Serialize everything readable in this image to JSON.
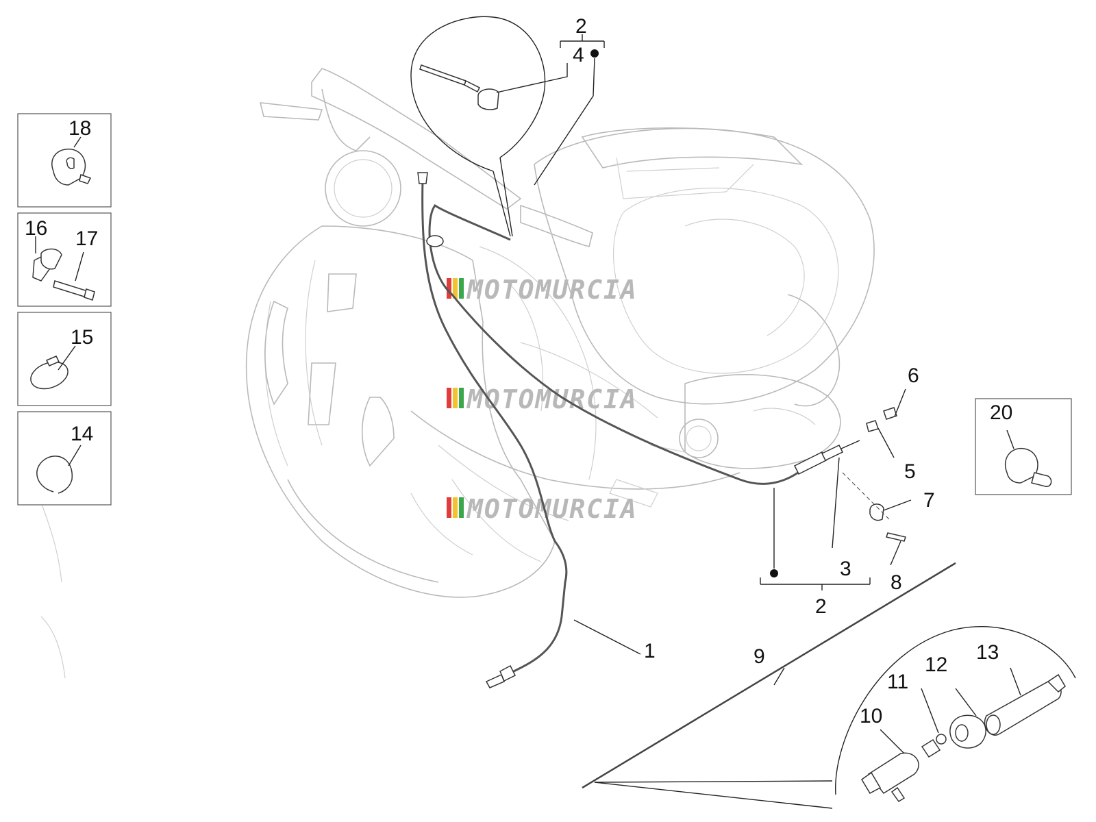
{
  "callouts": {
    "c1": "1",
    "c2_top": "2",
    "c2_bottom": "2",
    "c3": "3",
    "c4": "4",
    "c5": "5",
    "c6": "6",
    "c7": "7",
    "c8": "8",
    "c9": "9",
    "c10": "10",
    "c11": "11",
    "c12": "12",
    "c13": "13",
    "c14": "14",
    "c15": "15",
    "c16": "16",
    "c17": "17",
    "c18": "18",
    "c20": "20"
  },
  "watermark": {
    "text": "MOTOMURCIA",
    "stripe_colors": [
      "#e23b3b",
      "#f2c230",
      "#3aa84a"
    ]
  }
}
